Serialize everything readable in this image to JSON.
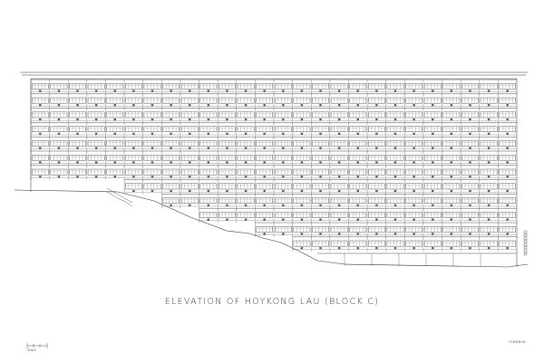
{
  "drawing": {
    "title": "ELEVATION OF HOYKONG LAU (BLOCK C)",
    "reference": "CEBBB46",
    "scale_note": "SCALE"
  },
  "building": {
    "floors": 12,
    "bays": 26
  }
}
